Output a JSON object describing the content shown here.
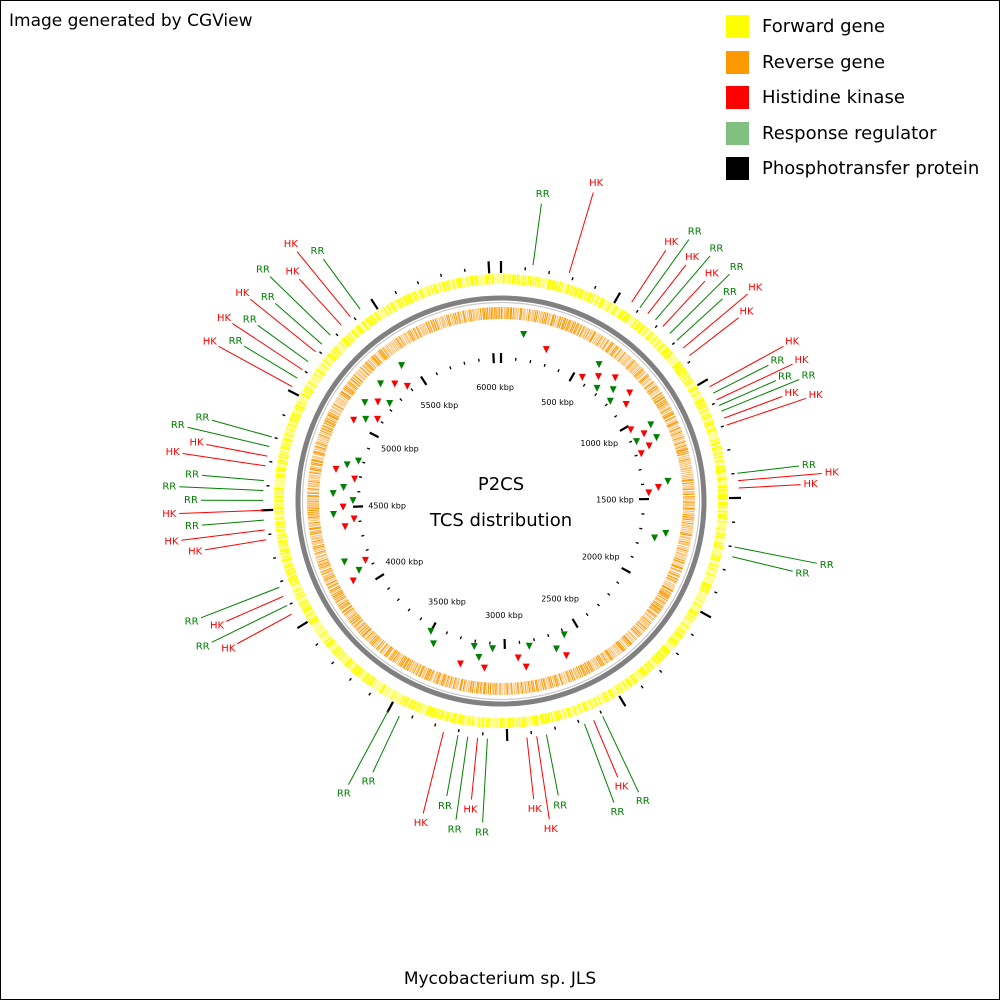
{
  "credit": "Image generated by CGView",
  "legend": [
    {
      "label": "Forward gene",
      "color": "#ffff00"
    },
    {
      "label": "Reverse gene",
      "color": "#ff9900"
    },
    {
      "label": "Histidine kinase",
      "color": "#ff0000"
    },
    {
      "label": "Response regulator",
      "color": "#80c080"
    },
    {
      "label": "Phosphotransfer protein",
      "color": "#000000"
    }
  ],
  "center": {
    "line1": "P2CS",
    "line2": "TCS distribution"
  },
  "organism": "Mycobacterium sp. JLS",
  "map": {
    "genome_length_kbp": 6050,
    "tick_labels": [
      "500 kbp",
      "1000 kbp",
      "1500 kbp",
      "2000 kbp",
      "2500 kbp",
      "3000 kbp",
      "3500 kbp",
      "4000 kbp",
      "4500 kbp",
      "5000 kbp",
      "5500 kbp",
      "6000 kbp"
    ],
    "tick_values_kbp": [
      500,
      1000,
      1500,
      2000,
      2500,
      3000,
      3500,
      4000,
      4500,
      5000,
      5500,
      6000
    ],
    "colors": {
      "forward": "#ffff00",
      "reverse": "#ff9900",
      "hk": "#ff0000",
      "rr": "#008000",
      "backbone": "#808080"
    },
    "features": [
      {
        "label": "RR",
        "kbp": 130
      },
      {
        "label": "HK",
        "kbp": 280
      },
      {
        "label": "HK",
        "kbp": 560
      },
      {
        "label": "RR",
        "kbp": 600
      },
      {
        "label": "HK",
        "kbp": 640
      },
      {
        "label": "RR",
        "kbp": 680
      },
      {
        "label": "HK",
        "kbp": 720
      },
      {
        "label": "RR",
        "kbp": 760
      },
      {
        "label": "RR",
        "kbp": 800
      },
      {
        "label": "HK",
        "kbp": 840
      },
      {
        "label": "HK",
        "kbp": 880
      },
      {
        "label": "HK",
        "kbp": 1030
      },
      {
        "label": "RR",
        "kbp": 1060
      },
      {
        "label": "HK",
        "kbp": 1090
      },
      {
        "label": "RR",
        "kbp": 1115
      },
      {
        "label": "RR",
        "kbp": 1140
      },
      {
        "label": "HK",
        "kbp": 1170
      },
      {
        "label": "HK",
        "kbp": 1200
      },
      {
        "label": "RR",
        "kbp": 1400
      },
      {
        "label": "HK",
        "kbp": 1430
      },
      {
        "label": "HK",
        "kbp": 1460
      },
      {
        "label": "RR",
        "kbp": 1700
      },
      {
        "label": "RR",
        "kbp": 1740
      },
      {
        "label": "RR",
        "kbp": 2600
      },
      {
        "label": "HK",
        "kbp": 2640
      },
      {
        "label": "RR",
        "kbp": 2680
      },
      {
        "label": "RR",
        "kbp": 2840
      },
      {
        "label": "HK",
        "kbp": 2880
      },
      {
        "label": "HK",
        "kbp": 2920
      },
      {
        "label": "RR",
        "kbp": 3080
      },
      {
        "label": "HK",
        "kbp": 3120
      },
      {
        "label": "RR",
        "kbp": 3160
      },
      {
        "label": "RR",
        "kbp": 3200
      },
      {
        "label": "HK",
        "kbp": 3260
      },
      {
        "label": "RR",
        "kbp": 3450
      },
      {
        "label": "RR",
        "kbp": 3500
      },
      {
        "label": "HK",
        "kbp": 4060
      },
      {
        "label": "RR",
        "kbp": 4100
      },
      {
        "label": "HK",
        "kbp": 4140
      },
      {
        "label": "RR",
        "kbp": 4180
      },
      {
        "label": "HK",
        "kbp": 4380
      },
      {
        "label": "HK",
        "kbp": 4420
      },
      {
        "label": "RR",
        "kbp": 4460
      },
      {
        "label": "HK",
        "kbp": 4500
      },
      {
        "label": "RR",
        "kbp": 4540
      },
      {
        "label": "RR",
        "kbp": 4580
      },
      {
        "label": "RR",
        "kbp": 4620
      },
      {
        "label": "HK",
        "kbp": 4680
      },
      {
        "label": "HK",
        "kbp": 4720
      },
      {
        "label": "RR",
        "kbp": 4760
      },
      {
        "label": "RR",
        "kbp": 4800
      },
      {
        "label": "HK",
        "kbp": 5020
      },
      {
        "label": "RR",
        "kbp": 5060
      },
      {
        "label": "HK",
        "kbp": 5100
      },
      {
        "label": "RR",
        "kbp": 5140
      },
      {
        "label": "HK",
        "kbp": 5190
      },
      {
        "label": "RR",
        "kbp": 5230
      },
      {
        "label": "RR",
        "kbp": 5280
      },
      {
        "label": "HK",
        "kbp": 5340
      },
      {
        "label": "HK",
        "kbp": 5390
      },
      {
        "label": "RR",
        "kbp": 5440
      }
    ]
  }
}
